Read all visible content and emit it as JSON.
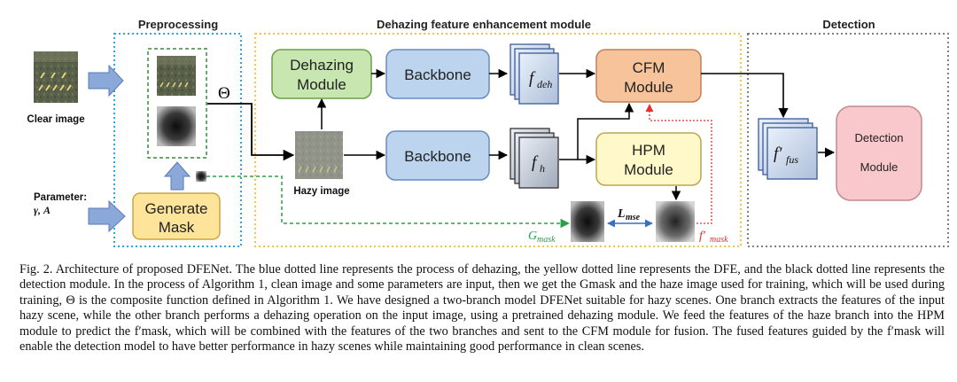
{
  "diagram": {
    "sections": {
      "preprocessing": "Preprocessing",
      "dfe": "Dehazing feature enhancement module",
      "detection": "Detection"
    },
    "inputs": {
      "clear_image": "Clear image",
      "parameter_title": "Parameter:",
      "parameter_values": "γ, A",
      "hazy_image": "Hazy image"
    },
    "nodes": {
      "generate_mask_line1": "Generate",
      "generate_mask_line2": "Mask",
      "dehazing_line1": "Dehazing",
      "dehazing_line2": "Module",
      "backbone_top": "Backbone",
      "backbone_bottom": "Backbone",
      "cfm_line1": "CFM",
      "cfm_line2": "Module",
      "hpm_line1": "HPM",
      "hpm_line2": "Module",
      "detection_line1": "Detection",
      "detection_line2": "Module"
    },
    "symbols": {
      "theta": "Θ",
      "f_deh_base": "f",
      "f_deh_sub": "deh",
      "f_h_base": "f",
      "f_h_sub": "h",
      "f_fus_base": "f′",
      "f_fus_sub": "fus",
      "l_mse_base": "L",
      "l_mse_sub": "mse",
      "g_mask_base": "G",
      "g_mask_sub": "mask",
      "f_mask_base": "f′",
      "f_mask_sub": "mask"
    },
    "colors": {
      "blue_dotted": "#29a8e0",
      "yellow_dotted": "#f4c542",
      "black_dotted": "#808080",
      "green_dashed": "#2aa04a",
      "red_dotted": "#e03030",
      "dehazing_fill": "#c8e6b0",
      "backbone_fill": "#bcd4ee",
      "cfm_fill": "#f6c39a",
      "hpm_fill": "#fff8c8",
      "generate_fill": "#fde49a",
      "detection_fill": "#f8c8cc",
      "arrow_fill": "#8aa8d8"
    }
  },
  "caption": {
    "text": "Fig. 2.   Architecture of proposed DFENet. The blue dotted line represents the process of dehazing, the yellow dotted line represents the DFE, and the black dotted line represents the detection module. In the process of Algorithm 1, clean image and some parameters are input, then we get the Gmask and the haze image used for training, which will be used during training, Θ is the composite function defined in Algorithm 1. We have designed a two-branch model DFENet suitable for hazy scenes. One branch extracts the features of the input hazy scene, while the other branch performs a dehazing operation on the input image, using a pretrained dehazing module. We feed the features of the haze branch into the HPM module to predict the f′mask, which will be combined with the features of the two branches and sent to the CFM module for fusion. The fused features guided by the f′mask will enable the detection model to have better performance in hazy scenes while maintaining good performance in clean scenes."
  }
}
